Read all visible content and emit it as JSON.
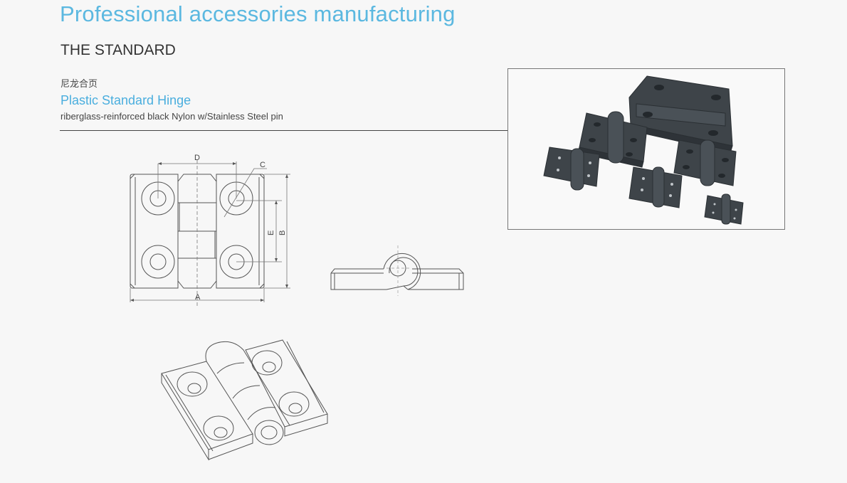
{
  "header": {
    "title": "Professional accessories manufacturing",
    "section": "THE STANDARD"
  },
  "product": {
    "name_cn": "尼龙合页",
    "name": "Plastic Standard Hinge",
    "description": "riberglass-reinforced black Nylon w/Stainless Steel pin"
  },
  "drawing": {
    "dimension_labels": {
      "a": "A",
      "b": "B",
      "c": "C",
      "d": "D",
      "e": "E"
    }
  },
  "colors": {
    "accent": "#5bb8e0",
    "text": "#333333",
    "background": "#f7f7f7"
  }
}
